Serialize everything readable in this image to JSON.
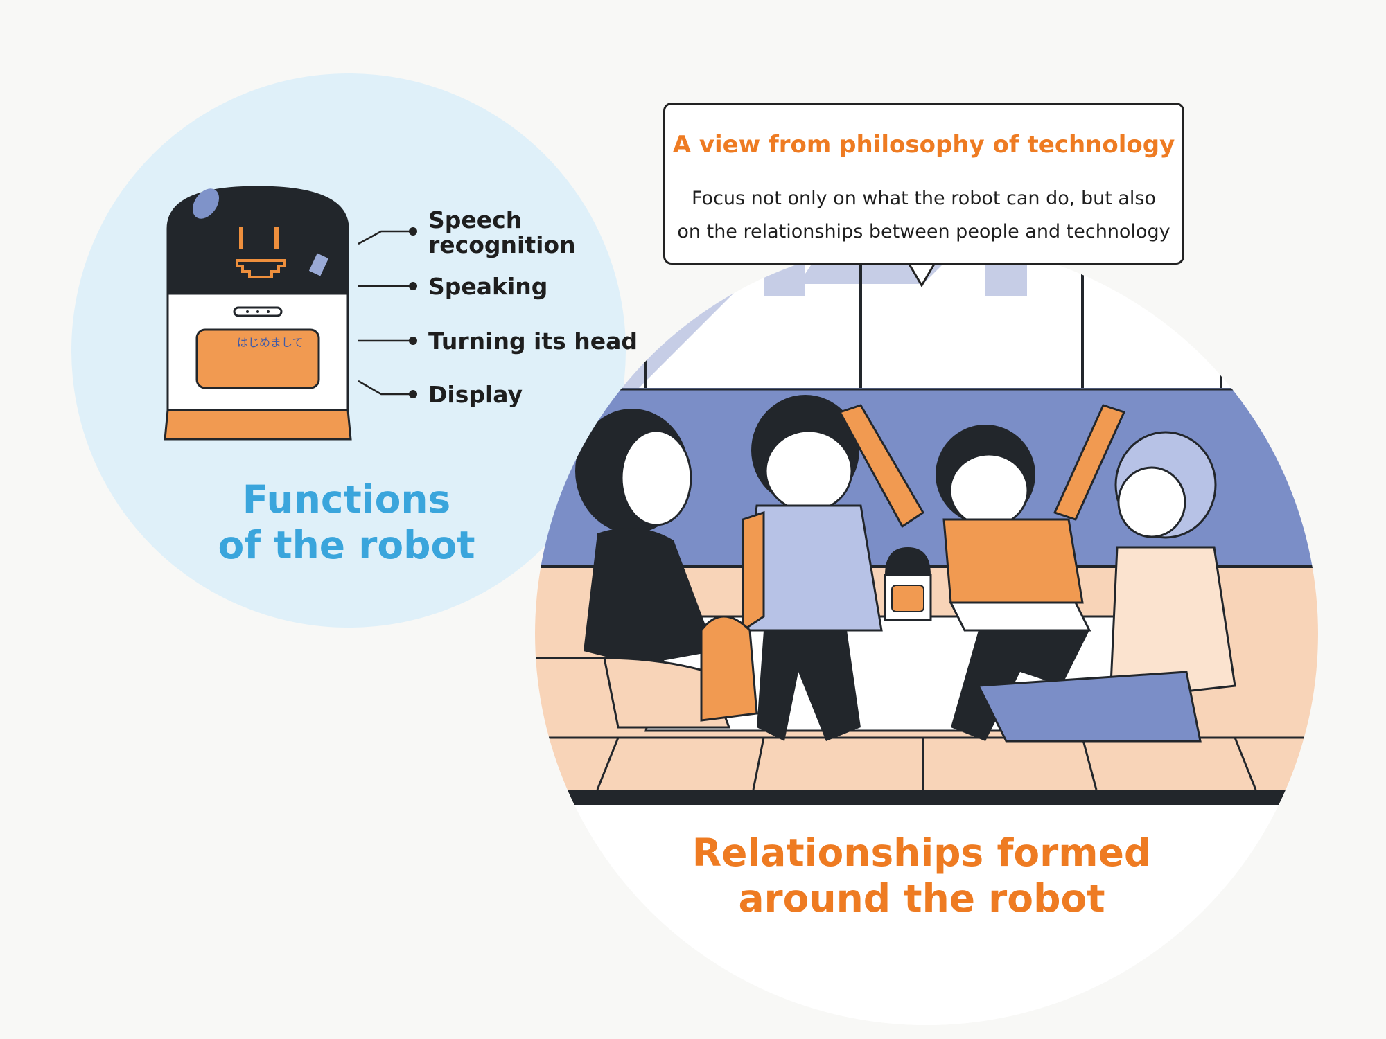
{
  "functions": {
    "title": "Functions\nof the robot",
    "labels": [
      {
        "text": "Speech\nrecognition"
      },
      {
        "text": "Speaking"
      },
      {
        "text": "Turning its head"
      },
      {
        "text": "Display"
      }
    ],
    "display_text": "はじめまして"
  },
  "relationships": {
    "title": "Relationships formed\naround the robot"
  },
  "bubble": {
    "title": "A view from philosophy of technology",
    "text": "Focus not only on what the robot can do, but also\non the relationships between people and technology"
  },
  "colors": {
    "blue": "#3aa5dc",
    "orange": "#ee7b22",
    "dark": "#22262b",
    "light_blue_bg": "#dff0f9"
  }
}
